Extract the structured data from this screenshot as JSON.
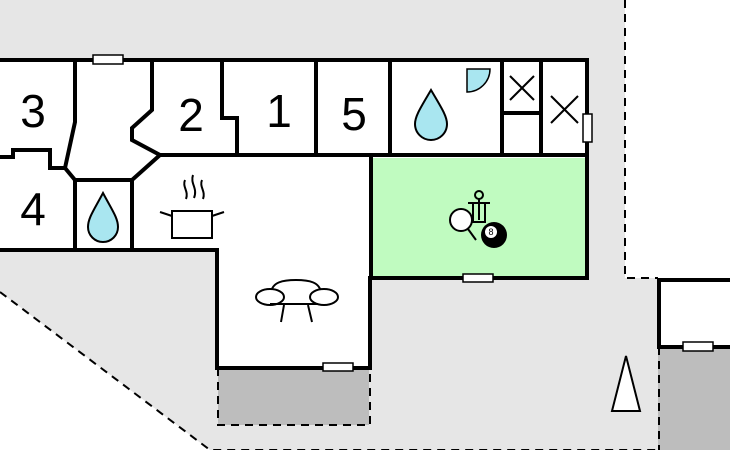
{
  "floorplan": {
    "rooms": {
      "room_3": {
        "number": "3",
        "type": "bedroom"
      },
      "room_2": {
        "number": "2",
        "type": "bedroom"
      },
      "room_1": {
        "number": "1",
        "type": "bedroom"
      },
      "room_5": {
        "number": "5",
        "type": "bedroom"
      },
      "room_4": {
        "number": "4",
        "type": "bedroom"
      },
      "bathroom_top": {
        "icon": "water-drop-icon"
      },
      "bathroom_small": {
        "icon": "water-drop-icon"
      },
      "kitchen": {
        "icon": "cooking-pot-icon"
      },
      "living_room": {
        "icon": "sofa-icon"
      },
      "activity_room": {
        "icons": [
          "table-football-icon",
          "table-tennis-icon",
          "billiard-ball-icon"
        ],
        "billiard_ball_label": "8"
      }
    },
    "colors": {
      "terrace": "#e6e6e6",
      "activity_room": "#c0fbc0",
      "annex_floor": "#bdbdbd",
      "water": "#a9e6f0"
    },
    "north_arrow": "north-arrow-icon"
  }
}
